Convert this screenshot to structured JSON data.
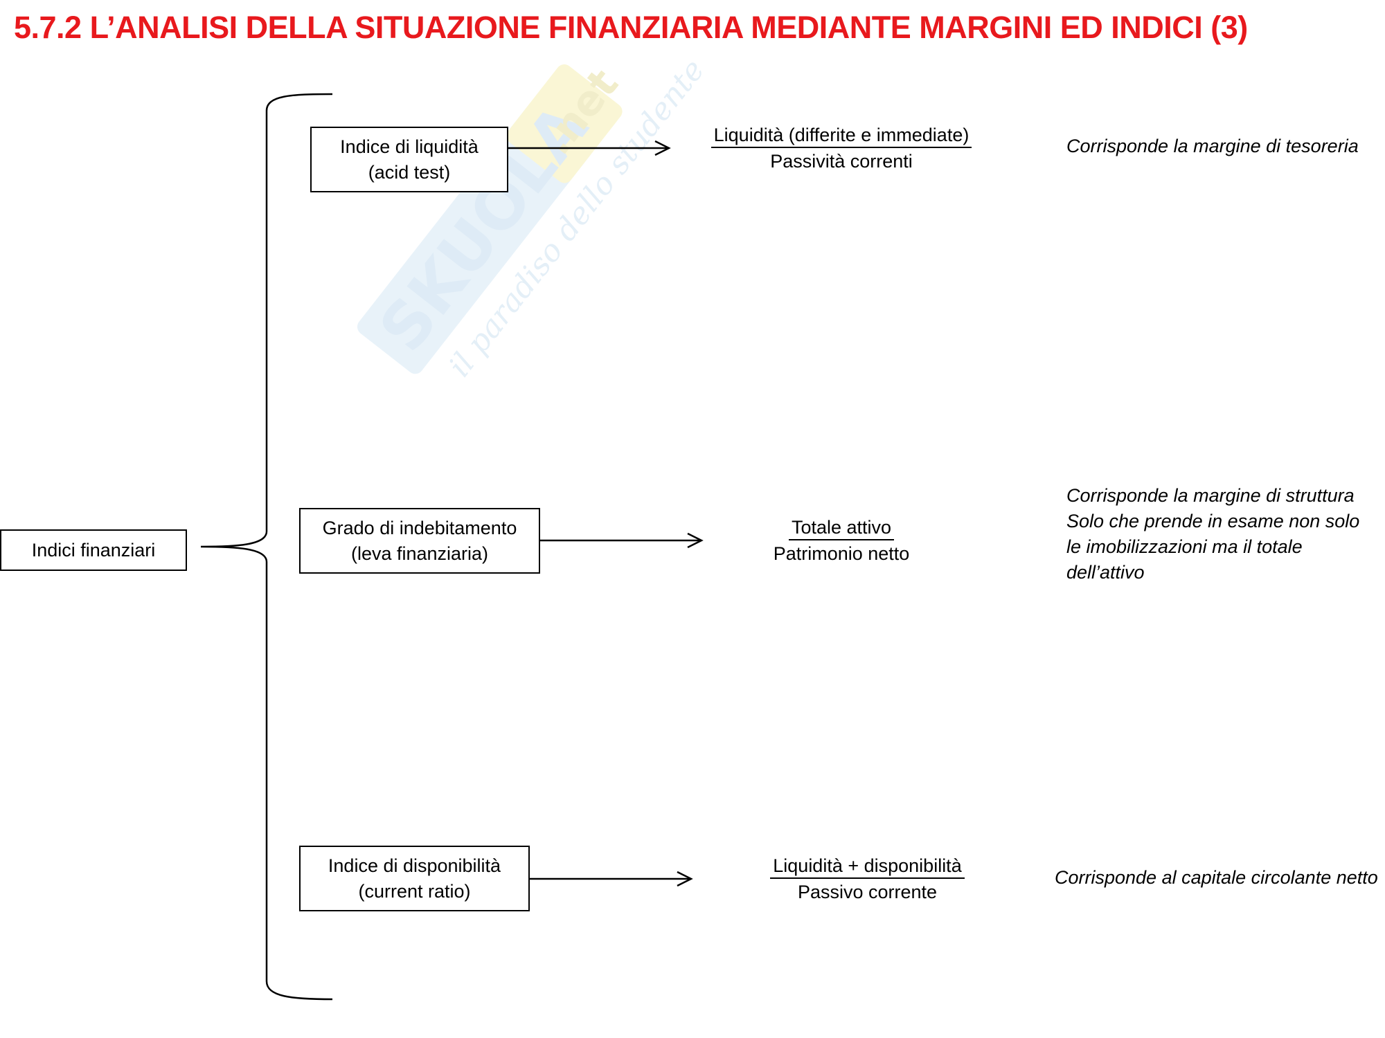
{
  "title": "5.7.2 L’ANALISI DELLA SITUAZIONE FINANZIARIA MEDIANTE MARGINI ED INDICI (3)",
  "root": {
    "label": "Indici finanziari"
  },
  "branches": [
    {
      "box": [
        "Indice di liquidità",
        "(acid test)"
      ],
      "formula": {
        "numerator": "Liquidità (differite e immediate)",
        "denominator": "Passività correnti"
      },
      "note": [
        "Corrisponde la margine di tesoreria"
      ]
    },
    {
      "box": [
        "Grado di indebitamento",
        "(leva finanziaria)"
      ],
      "formula": {
        "numerator": "Totale attivo",
        "denominator": "Patrimonio netto"
      },
      "note": [
        "Corrisponde la margine di struttura",
        "Solo che prende in esame non solo",
        "le imobilizzazioni ma il totale",
        "dell’attivo"
      ]
    },
    {
      "box": [
        "Indice di disponibilità",
        "(current ratio)"
      ],
      "formula": {
        "numerator": "Liquidità + disponibilità",
        "denominator": "Passivo corrente"
      },
      "note": [
        "Corrisponde al capitale circolante netto"
      ]
    }
  ],
  "watermark": {
    "brand": "Skuola.net",
    "tagline": "il paradiso dello studente"
  },
  "colors": {
    "title": "#e8191d",
    "watermark": "#d6e8f5",
    "watermark_accent": "#f6efb4"
  }
}
